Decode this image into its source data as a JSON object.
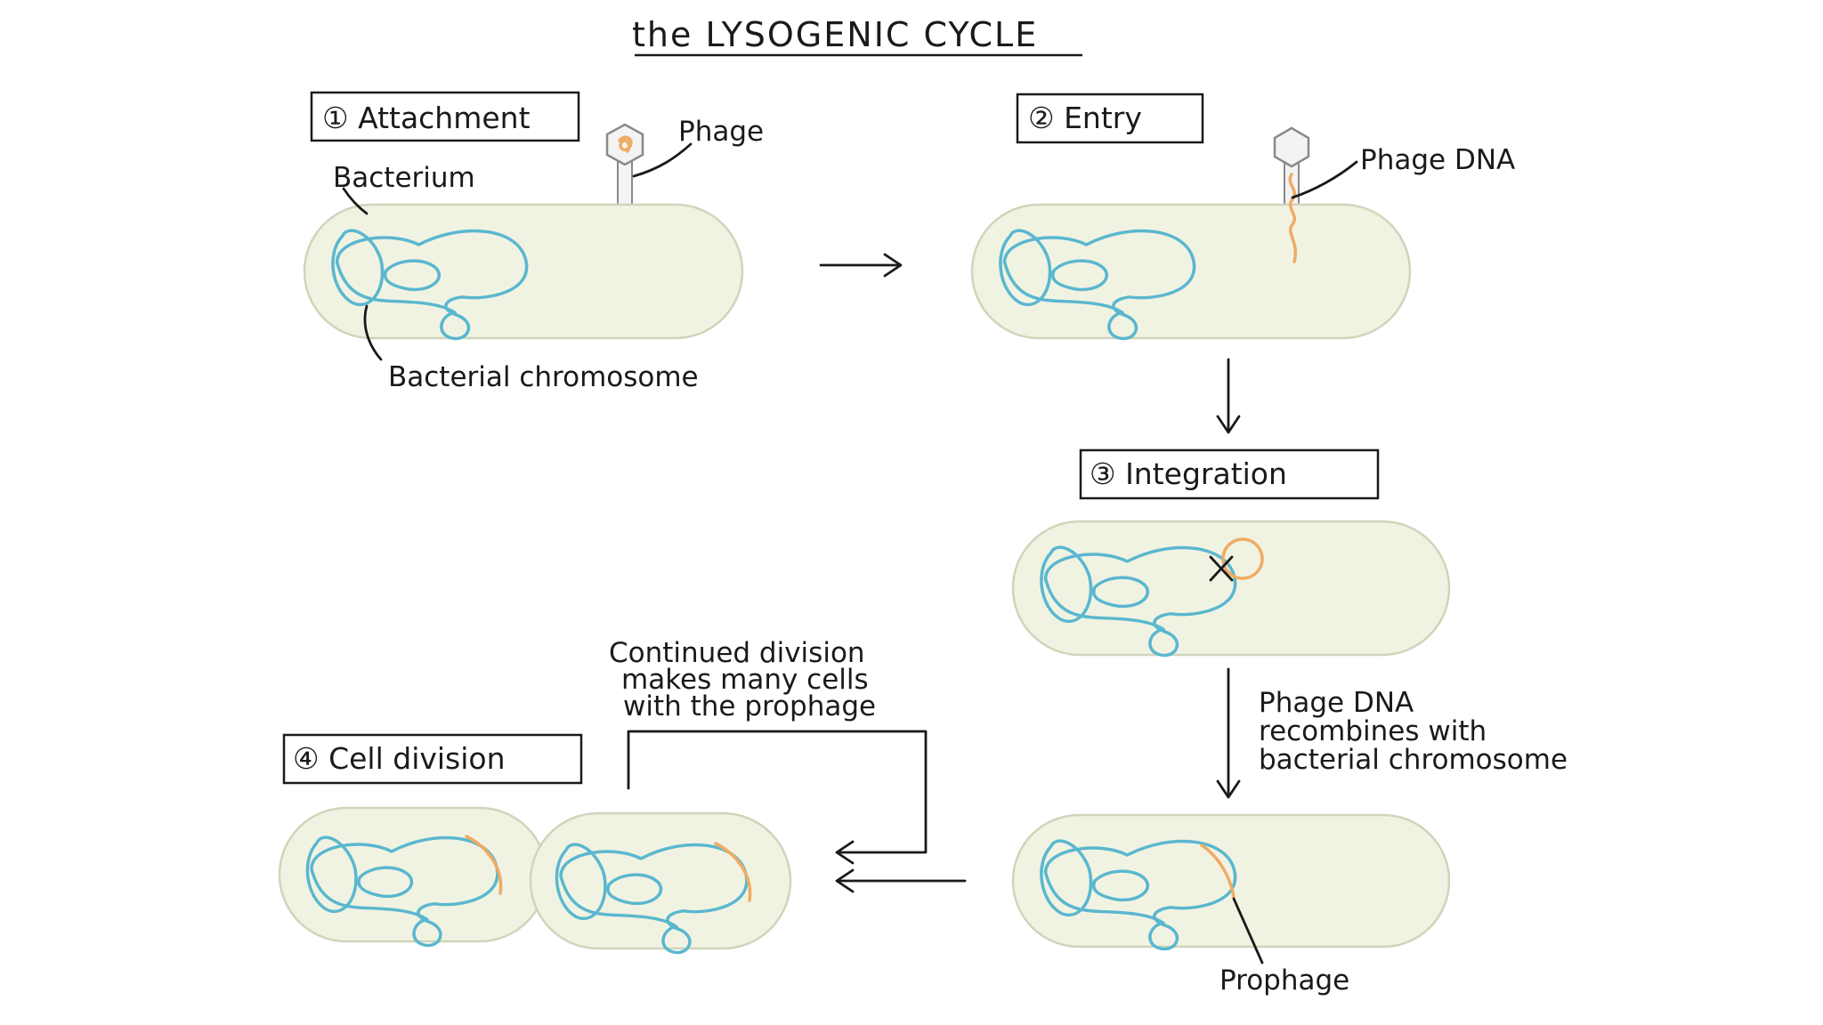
{
  "title": "the LYSOGENIC CYCLE",
  "steps": {
    "attachment": "① Attachment",
    "entry": "② Entry",
    "integration": "③ Integration",
    "cell_division": "④ Cell division"
  },
  "labels": {
    "phage": "Phage",
    "bacterium": "Bacterium",
    "bacterial_chromosome": "Bacterial chromosome",
    "phage_dna": "Phage DNA",
    "recombines_line1": "Phage DNA",
    "recombines_line2": "recombines with",
    "recombines_line3": "bacterial chromosome",
    "continued_line1": "Continued division",
    "continued_line2": "makes many cells",
    "continued_line3": "with the prophage",
    "prophage": "Prophage"
  },
  "colors": {
    "cell_fill": "#f1f3e2",
    "chromosome": "#5ab7cf",
    "phage_dna": "#f0ab63",
    "ink": "#1a1a1a"
  }
}
